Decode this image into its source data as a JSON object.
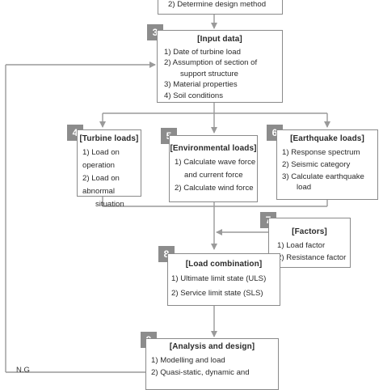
{
  "steps": [
    {
      "number": "",
      "title": "",
      "items": [
        "2) Determine design method"
      ]
    },
    {
      "number": "3",
      "title": "[Input data]",
      "items": [
        "1) Date of turbine load",
        "2) Assumption of section of",
        "support structure",
        "3) Material properties",
        "4) Soil conditions"
      ]
    },
    {
      "number": "4",
      "title": "[Turbine loads]",
      "items": [
        "1) Load on operation",
        "2) Load on abnormal",
        "situation"
      ]
    },
    {
      "number": "5",
      "title": "[Environmental loads]",
      "items": [
        "1) Calculate wave force",
        "and current force",
        "2) Calculate wind force"
      ]
    },
    {
      "number": "6",
      "title": "[Earthquake loads]",
      "items": [
        "1) Response spectrum",
        "2) Seismic category",
        "3) Calculate earthquake",
        "load"
      ]
    },
    {
      "number": "7",
      "title": "[Factors]",
      "items": [
        "1) Load factor",
        "2) Resistance factor"
      ]
    },
    {
      "number": "8",
      "title": "[Load combination]",
      "items": [
        "1) Ultimate limit state (ULS)",
        "2) Service limit state (SLS)"
      ]
    },
    {
      "number": "9",
      "title": "[Analysis and design]",
      "items": [
        "1) Modelling and load",
        "2) Quasi-static, dynamic and"
      ]
    }
  ],
  "feedback_label": "N.G",
  "colors": {
    "border": "#8a8a8a",
    "badge": "#8c8c8c",
    "arrow": "#9a9a9a"
  }
}
